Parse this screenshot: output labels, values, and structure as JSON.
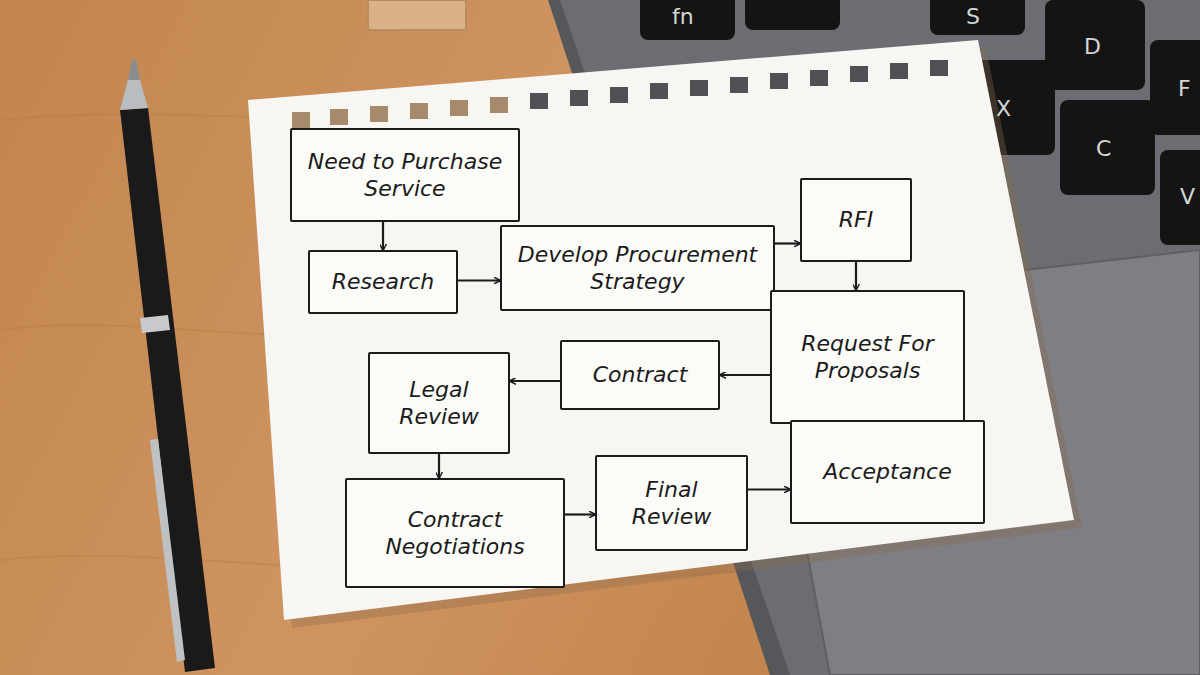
{
  "diagram": {
    "nodes": [
      {
        "text": [
          "Need to Purchase Service"
        ]
      },
      {
        "text": [
          "Research"
        ]
      },
      {
        "text": [
          "Develop Procurement Strategy"
        ]
      },
      {
        "text": [
          "RFI"
        ]
      },
      {
        "text": [
          "Request For Proposals"
        ]
      },
      {
        "text": [
          "Contract"
        ]
      },
      {
        "text": [
          "Legal Review"
        ]
      },
      {
        "text": [
          "Contract Negotiations"
        ]
      },
      {
        "text": [
          "Final Review"
        ]
      },
      {
        "text": [
          "Acceptance"
        ]
      }
    ],
    "edges": [
      {
        "from": 0,
        "to": 1,
        "arrow": "to"
      },
      {
        "from": 1,
        "to": 2,
        "arrow": "to"
      },
      {
        "from": 2,
        "to": 3,
        "arrow": "to"
      },
      {
        "from": 3,
        "to": 4,
        "arrow": "to"
      },
      {
        "from": 4,
        "to": 5,
        "arrow": "to"
      },
      {
        "from": 5,
        "to": 6,
        "arrow": "to"
      },
      {
        "from": 6,
        "to": 7,
        "arrow": "to"
      },
      {
        "from": 7,
        "to": 8,
        "arrow": "to"
      },
      {
        "from": 8,
        "to": 9,
        "arrow": "to"
      }
    ],
    "labels": [
      "fn",
      "S",
      "D",
      "F",
      "X",
      "C",
      "V"
    ]
  }
}
